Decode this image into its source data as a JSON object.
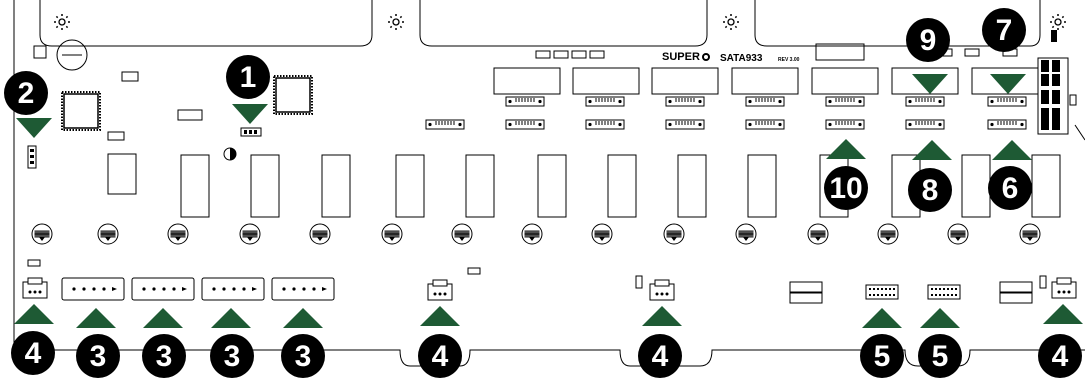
{
  "board": {
    "brand": "SUPER",
    "model": "SATA933",
    "revision": "REV 3.00"
  },
  "callouts": [
    {
      "id": "1",
      "label": "1"
    },
    {
      "id": "2",
      "label": "2"
    },
    {
      "id": "3a",
      "label": "3"
    },
    {
      "id": "3b",
      "label": "3"
    },
    {
      "id": "3c",
      "label": "3"
    },
    {
      "id": "3d",
      "label": "3"
    },
    {
      "id": "4a",
      "label": "4"
    },
    {
      "id": "4b",
      "label": "4"
    },
    {
      "id": "4c",
      "label": "4"
    },
    {
      "id": "4d",
      "label": "4"
    },
    {
      "id": "5a",
      "label": "5"
    },
    {
      "id": "5b",
      "label": "5"
    },
    {
      "id": "6",
      "label": "6"
    },
    {
      "id": "7",
      "label": "7"
    },
    {
      "id": "8",
      "label": "8"
    },
    {
      "id": "9",
      "label": "9"
    },
    {
      "id": "10",
      "label": "10"
    }
  ]
}
